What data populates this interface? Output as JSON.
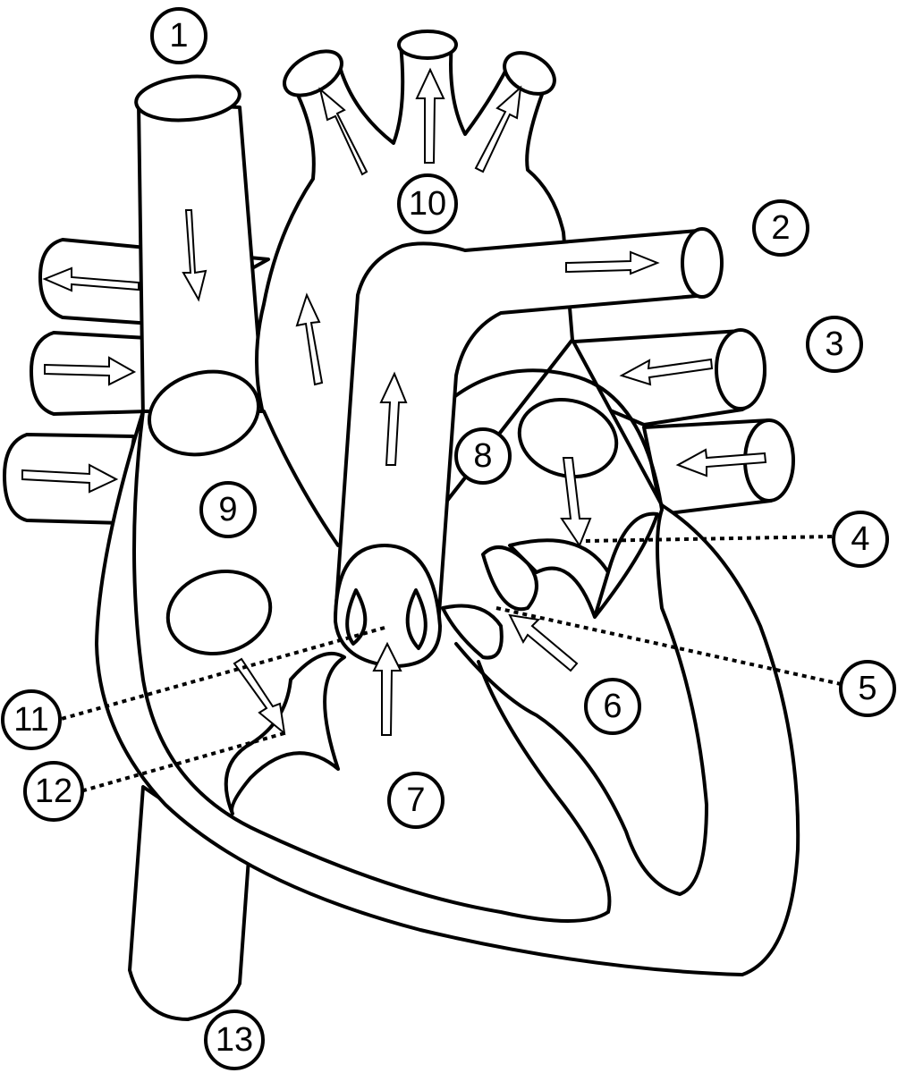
{
  "title": "Heart diagram with numbered labels",
  "labels": [
    "1",
    "2",
    "3",
    "4",
    "5",
    "6",
    "7",
    "8",
    "9",
    "10",
    "11",
    "12",
    "13"
  ],
  "colors": {
    "stroke": "#000000",
    "fill": "#ffffff"
  }
}
